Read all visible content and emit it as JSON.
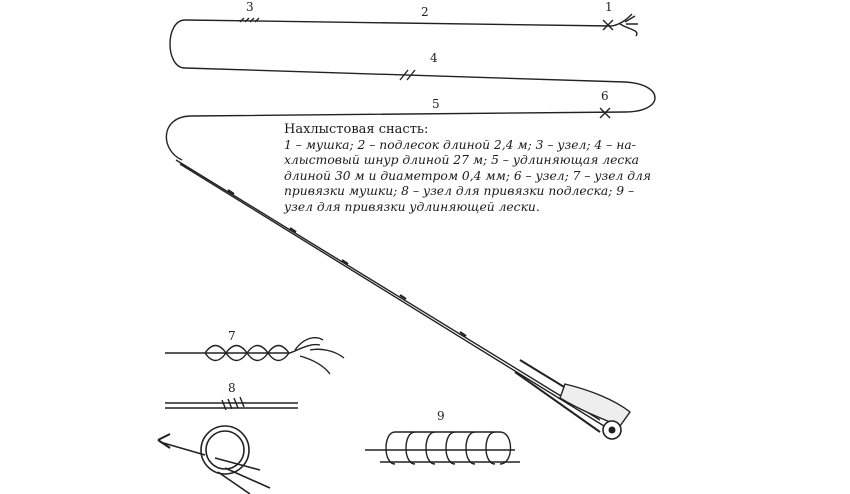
{
  "labels": {
    "n1": "1",
    "n2": "2",
    "n3": "3",
    "n4": "4",
    "n5": "5",
    "n6": "6",
    "n7": "7",
    "n8": "8",
    "n9": "9"
  },
  "caption": {
    "title": "Нахлыстовая снасть:",
    "lines": [
      "1 – мушка; 2 – подлесок длиной 2,4 м; 3 – узел; 4 – на-",
      "хлыстовый шнур длиной 27 м; 5 – удлиняющая леска",
      "длиной 30 м и диаметром 0,4 мм; 6 – узел; 7 – узел для",
      "привязки мушки; 8 – узел для привязки подлеска; 9 –",
      "узел для привязки удлиняющей лески."
    ]
  }
}
